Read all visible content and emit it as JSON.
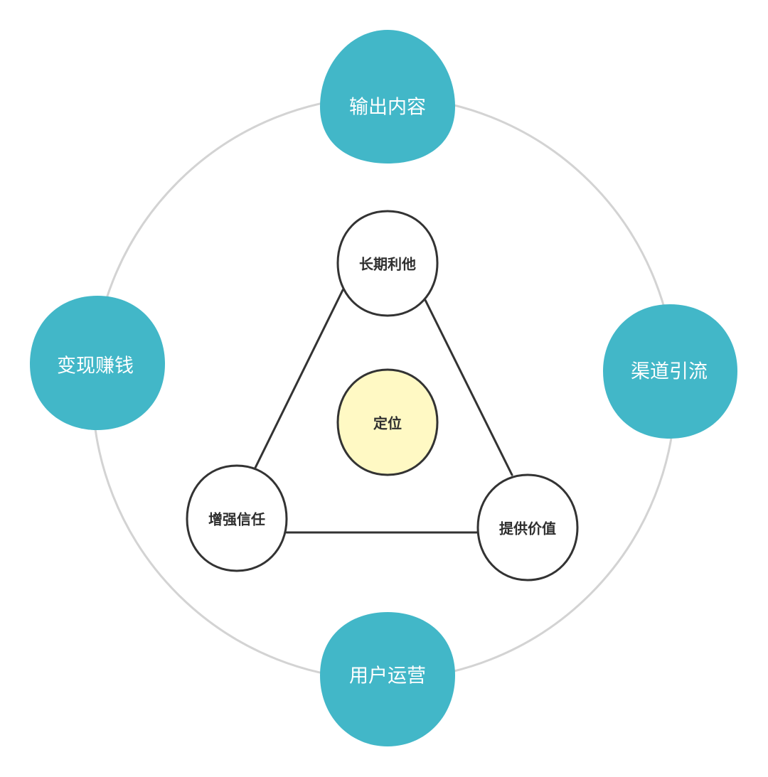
{
  "colors": {
    "outer_node_fill": "#42b7c8",
    "outer_ring_stroke": "#d3d3d3",
    "inner_node_fill": "#ffffff",
    "center_node_fill": "#fff9c4",
    "line_stroke": "#333333"
  },
  "outer_nodes": {
    "top": "输出内容",
    "right": "渠道引流",
    "bottom": "用户运营",
    "left": "变现赚钱"
  },
  "inner_nodes": {
    "top": "长期利他",
    "bottom_left": "增强信任",
    "bottom_right": "提供价值"
  },
  "center": "定位"
}
